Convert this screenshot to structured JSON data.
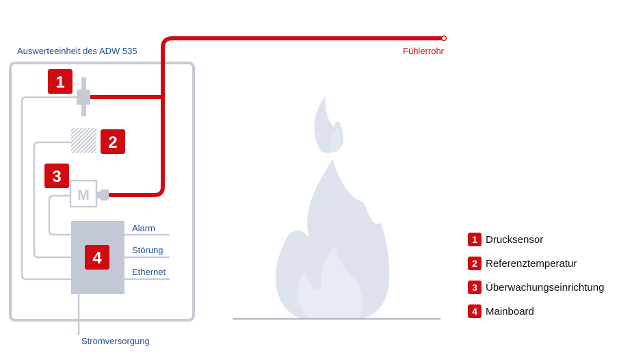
{
  "unit": {
    "title": "Auswerteeinheit des ADW 535"
  },
  "sensor_tube": {
    "label": "Fühlerrohr"
  },
  "components": {
    "badge_1": "1",
    "badge_2": "2",
    "badge_3": "3",
    "badge_4": "4",
    "monitor_letter": "M"
  },
  "outputs": {
    "alarm": "Alarm",
    "fault": "Störung",
    "ethernet": "Ethernet",
    "power": "Stromversorgung"
  },
  "legend": {
    "items": [
      {
        "num": "1",
        "text": "Drucksensor"
      },
      {
        "num": "2",
        "text": "Referenztemperatur"
      },
      {
        "num": "3",
        "text": "Überwachungseinrichtung"
      },
      {
        "num": "4",
        "text": "Mainboard"
      }
    ]
  },
  "colors": {
    "accent_red": "#d10a11",
    "label_blue": "#1d4f91",
    "frame_gray": "#c7cbd5",
    "mainboard_fill": "#c3c8d6",
    "flame_fill": "#dde2ee"
  }
}
